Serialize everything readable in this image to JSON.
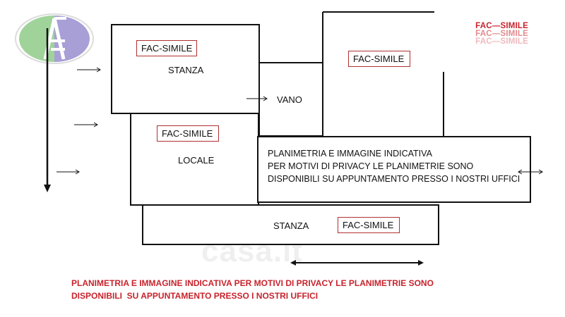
{
  "stamps": {
    "s1": "FAC-SIMILE",
    "s2": "FAC-SIMILE",
    "s3": "FAC-SIMILE",
    "s4": "FAC-SIMILE"
  },
  "rooms": {
    "stanza_top": "STANZA",
    "vano": "VANO",
    "locale": "LOCALE",
    "stanza_bottom": "STANZA"
  },
  "note_box": {
    "line1": "PLANIMETRIA E IMMAGINE INDICATIVA",
    "line2": "PER MOTIVI DI PRIVACY LE PLANIMETRIE SONO",
    "line3": "DISPONIBILI SU APPUNTAMENTO PRESSO I NOSTRI UFFICI"
  },
  "bottom_note": {
    "line1": "PLANIMETRIA E IMMAGINE INDICATIVA PER MOTIVI DI PRIVACY LE PLANIMETRIE SONO",
    "line2": "DISPONIBILI  SU APPUNTAMENTO PRESSO I NOSTRI UFFICI"
  },
  "fac_simile_mark": {
    "line1": "FAC—SIMILE",
    "line2": "FAC—SIMILE",
    "line3": "FAC—SIMILE"
  },
  "watermark": "casa.it",
  "colors": {
    "logo_green": "#9fd39a",
    "logo_purple": "#a79fd6",
    "accent_red": "#c8232c",
    "stamp_border": "#b03030"
  }
}
